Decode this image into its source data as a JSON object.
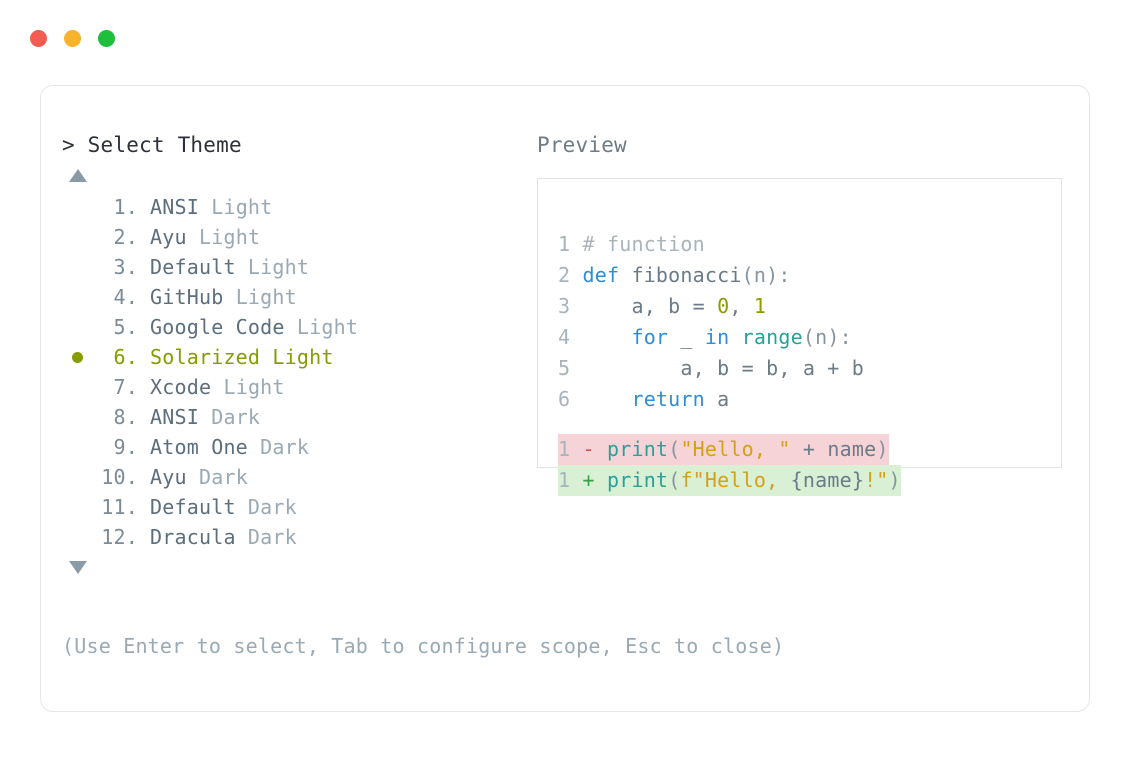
{
  "window": {
    "dots": [
      {
        "name": "close",
        "color": "#f45b52"
      },
      {
        "name": "minimize",
        "color": "#f7b32b"
      },
      {
        "name": "maximize",
        "color": "#1dbf3d"
      }
    ]
  },
  "picker": {
    "prompt": "> Select Theme",
    "scroll_up_indicator": "▲",
    "scroll_down_indicator": "▼",
    "selected_index": 6,
    "items": [
      {
        "num": "1.",
        "name": "ANSI",
        "variant": "Light",
        "selected": false
      },
      {
        "num": "2.",
        "name": "Ayu",
        "variant": "Light",
        "selected": false
      },
      {
        "num": "3.",
        "name": "Default",
        "variant": "Light",
        "selected": false
      },
      {
        "num": "4.",
        "name": "GitHub",
        "variant": "Light",
        "selected": false
      },
      {
        "num": "5.",
        "name": "Google Code",
        "variant": "Light",
        "selected": false
      },
      {
        "num": "6.",
        "name": "Solarized",
        "variant": "Light",
        "selected": true
      },
      {
        "num": "7.",
        "name": "Xcode",
        "variant": "Light",
        "selected": false
      },
      {
        "num": "8.",
        "name": "ANSI",
        "variant": "Dark",
        "selected": false
      },
      {
        "num": "9.",
        "name": "Atom One",
        "variant": "Dark",
        "selected": false
      },
      {
        "num": "10.",
        "name": "Ayu",
        "variant": "Dark",
        "selected": false
      },
      {
        "num": "11.",
        "name": "Default",
        "variant": "Dark",
        "selected": false
      },
      {
        "num": "12.",
        "name": "Dracula",
        "variant": "Dark",
        "selected": false
      }
    ]
  },
  "preview": {
    "label": "Preview",
    "code_lines": [
      {
        "no": "1",
        "tokens": [
          {
            "t": "# function",
            "c": "tk-comment"
          }
        ]
      },
      {
        "no": "2",
        "tokens": [
          {
            "t": "def ",
            "c": "tk-keyword"
          },
          {
            "t": "fibonacci",
            "c": "tk-plain"
          },
          {
            "t": "(n):",
            "c": "tk-punct"
          }
        ]
      },
      {
        "no": "3",
        "tokens": [
          {
            "t": "    a, b = ",
            "c": "tk-plain"
          },
          {
            "t": "0",
            "c": "tk-num"
          },
          {
            "t": ", ",
            "c": "tk-plain"
          },
          {
            "t": "1",
            "c": "tk-num"
          }
        ]
      },
      {
        "no": "4",
        "tokens": [
          {
            "t": "    ",
            "c": "tk-plain"
          },
          {
            "t": "for",
            "c": "tk-keyword"
          },
          {
            "t": " _ ",
            "c": "tk-plain"
          },
          {
            "t": "in",
            "c": "tk-keyword"
          },
          {
            "t": " ",
            "c": "tk-plain"
          },
          {
            "t": "range",
            "c": "tk-func"
          },
          {
            "t": "(n):",
            "c": "tk-punct"
          }
        ]
      },
      {
        "no": "5",
        "tokens": [
          {
            "t": "        a, b = b, a + b",
            "c": "tk-plain"
          }
        ]
      },
      {
        "no": "6",
        "tokens": [
          {
            "t": "    ",
            "c": "tk-plain"
          },
          {
            "t": "return",
            "c": "tk-keyword"
          },
          {
            "t": " a",
            "c": "tk-plain"
          }
        ]
      }
    ],
    "diff_lines": [
      {
        "no": "1",
        "marker": "-",
        "kind": "del",
        "tokens": [
          {
            "t": "print",
            "c": "tk-func"
          },
          {
            "t": "(",
            "c": "tk-punct"
          },
          {
            "t": "\"Hello, \"",
            "c": "tk-string"
          },
          {
            "t": " + ",
            "c": "tk-plain"
          },
          {
            "t": "name",
            "c": "tk-plain"
          },
          {
            "t": ")",
            "c": "tk-punct"
          }
        ]
      },
      {
        "no": "1",
        "marker": "+",
        "kind": "add",
        "tokens": [
          {
            "t": "print",
            "c": "tk-func"
          },
          {
            "t": "(",
            "c": "tk-punct"
          },
          {
            "t": "f\"Hello, ",
            "c": "tk-string"
          },
          {
            "t": "{name}",
            "c": "tk-plain"
          },
          {
            "t": "!\"",
            "c": "tk-string"
          },
          {
            "t": ")",
            "c": "tk-punct"
          }
        ]
      }
    ]
  },
  "footer": {
    "hint": "(Use Enter to select, Tab to configure scope, Esc to close)"
  }
}
